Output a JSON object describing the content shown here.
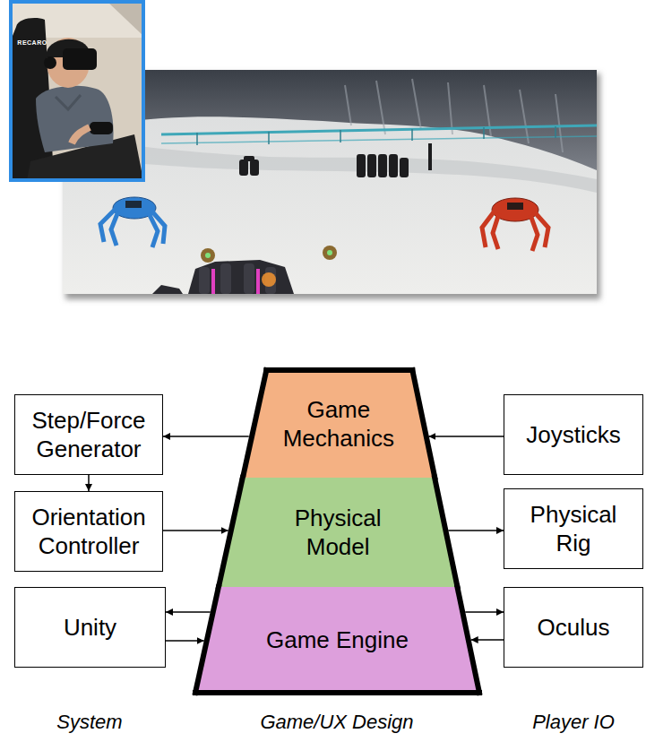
{
  "diagram": {
    "nodes": [
      {
        "text": [
          "Step/Force Generator"
        ]
      },
      {
        "text": [
          "Game Mechanics"
        ]
      },
      {
        "text": [
          "Joysticks"
        ]
      },
      {
        "text": [
          "Orientation Controller"
        ]
      },
      {
        "text": [
          "Physical Model"
        ]
      },
      {
        "text": [
          "Physical Rig"
        ]
      },
      {
        "text": [
          "Unity"
        ]
      },
      {
        "text": [
          "Game Engine"
        ]
      },
      {
        "text": [
          "Oculus"
        ]
      }
    ],
    "edges": [
      {
        "from": 1,
        "to": 0,
        "arrow": "to"
      },
      {
        "from": 0,
        "to": 3,
        "arrow": "to"
      },
      {
        "from": 3,
        "to": 4,
        "arrow": "to"
      },
      {
        "from": 2,
        "to": 1,
        "arrow": "to"
      },
      {
        "from": 4,
        "to": 5,
        "arrow": "to"
      },
      {
        "from": 7,
        "to": 6,
        "arrow": "to"
      },
      {
        "from": 6,
        "to": 7,
        "arrow": "to"
      },
      {
        "from": 7,
        "to": 8,
        "arrow": "to"
      },
      {
        "from": 8,
        "to": 7,
        "arrow": "to"
      }
    ],
    "labels": [
      "System",
      "Game/UX Design",
      "Player IO",
      "RECARO"
    ]
  }
}
